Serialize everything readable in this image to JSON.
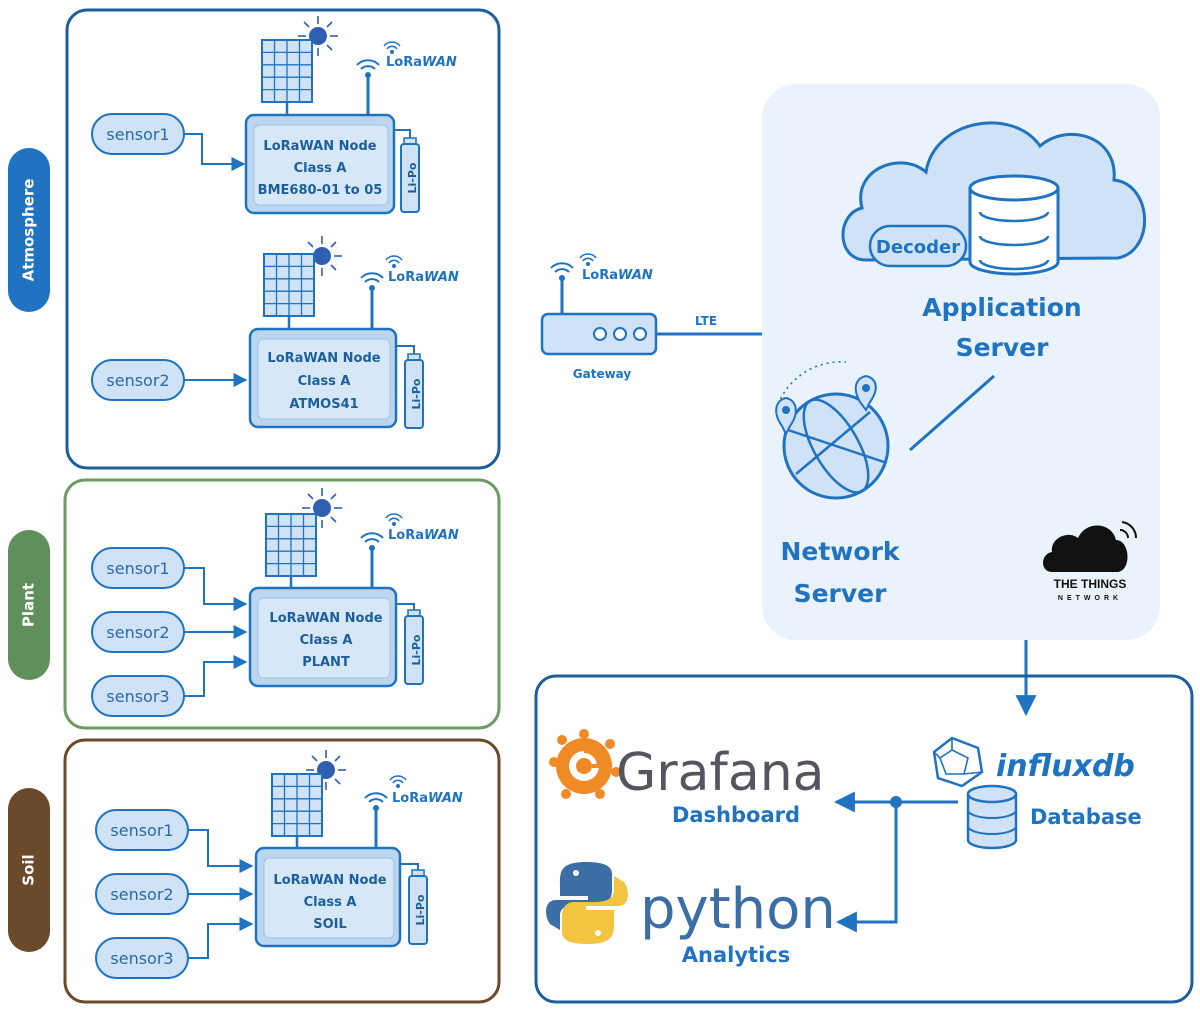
{
  "groups": [
    {
      "label": "Atmosphere",
      "color": "#1f73c0",
      "nodes": [
        {
          "lines": [
            "LoRaWAN Node",
            "Class A",
            "BME680-01 to 05"
          ],
          "sensors": [
            "sensor1"
          ],
          "battery": "Li-Po"
        },
        {
          "lines": [
            "LoRaWAN Node",
            "Class A",
            "ATMOS41"
          ],
          "sensors": [
            "sensor2"
          ],
          "battery": "Li-Po"
        }
      ]
    },
    {
      "label": "Plant",
      "color": "#5f8f5a",
      "nodes": [
        {
          "lines": [
            "LoRaWAN Node",
            "Class A",
            "PLANT"
          ],
          "sensors": [
            "sensor1",
            "sensor2",
            "sensor3"
          ],
          "battery": "Li-Po"
        }
      ]
    },
    {
      "label": "Soil",
      "color": "#6b4a2b",
      "nodes": [
        {
          "lines": [
            "LoRaWAN Node",
            "Class A",
            "SOIL"
          ],
          "sensors": [
            "sensor1",
            "sensor2",
            "sensor3"
          ],
          "battery": "Li-Po"
        }
      ]
    }
  ],
  "lorawan": {
    "lo": "LoRa",
    "wan": "WAN"
  },
  "gateway": {
    "label": "Gateway",
    "link": "LTE"
  },
  "cloud": {
    "decoder": "Decoder",
    "app_server": [
      "Application",
      "Server"
    ],
    "network_server": [
      "Network",
      "Server"
    ],
    "ttn": [
      "THE THINGS",
      "NETWORK"
    ]
  },
  "storage": {
    "influx": "influxdb",
    "database": "Database",
    "grafana": "Grafana",
    "dashboard": "Dashboard",
    "python": "python",
    "analytics": "Analytics"
  },
  "colors": {
    "primary": "#1f73c0",
    "fill": "#cfe2f6",
    "node_fill": "#bcd6f0",
    "cloud_bg": "#eaf3fc",
    "sun": "#2f5fb0",
    "grafana": "#f08a24",
    "python_blue": "#3b6ea5",
    "python_yellow": "#f2c440"
  }
}
